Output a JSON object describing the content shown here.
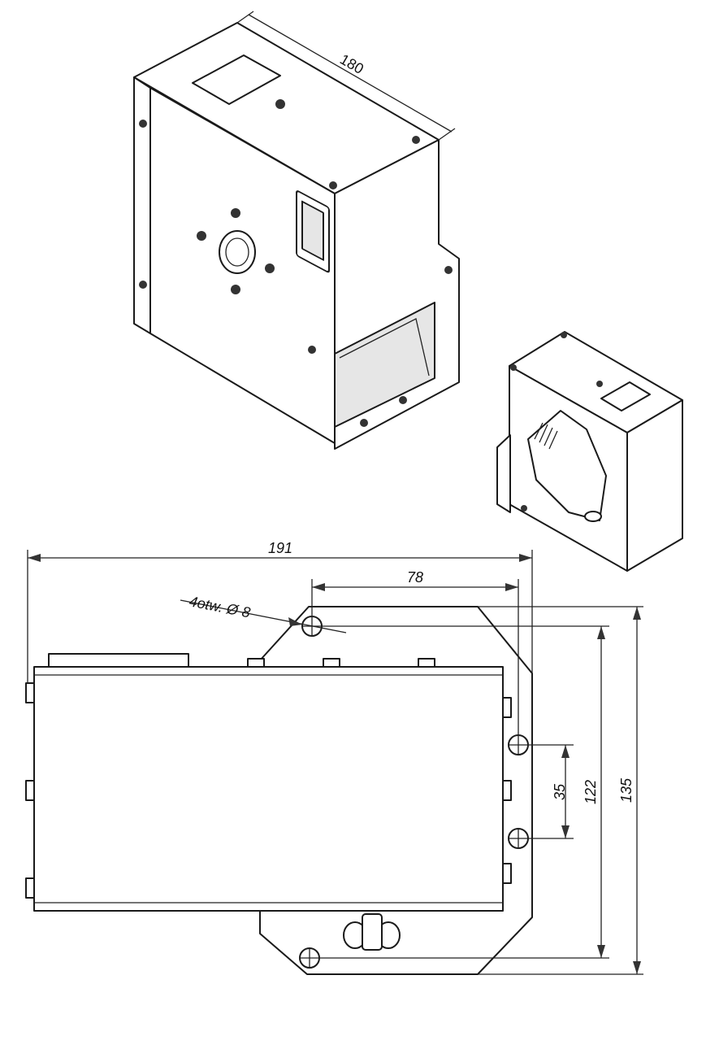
{
  "drawing": {
    "iso_views": {
      "depth_dimension": "180"
    },
    "plan_view": {
      "dimensions": {
        "overall_width": "191",
        "hole_offset": "78",
        "hole_spacing": "35",
        "hole_pitch": "122",
        "overall_height": "135"
      },
      "hole_note": "4otw. Ø 8"
    }
  }
}
